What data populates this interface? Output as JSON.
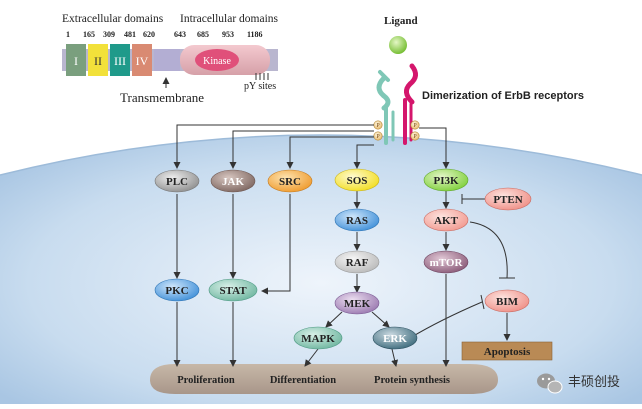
{
  "domain_header": {
    "extracellular_label": "Extracellular domains",
    "intracellular_label": "Intracellular domains",
    "positions": [
      "1",
      "165",
      "309",
      "481",
      "620",
      "643",
      "685",
      "953",
      "1186"
    ],
    "domains": [
      "I",
      "II",
      "III",
      "IV"
    ],
    "kinase_label": "Kinase",
    "transmembrane_label": "Transmembrane",
    "py_sites_label": "pY sites"
  },
  "ligand_label": "Ligand",
  "dimerization_label": "Dimerization of ErbB receptors",
  "phospho_symbol": "P",
  "nodes": {
    "plc": "PLC",
    "jak": "JAK",
    "src": "SRC",
    "sos": "SOS",
    "pi3k": "PI3K",
    "pten": "PTEN",
    "akt": "AKT",
    "ras": "RAS",
    "raf": "RAF",
    "mtor": "mTOR",
    "pkc": "PKC",
    "stat": "STAT",
    "mek": "MEK",
    "bim": "BIM",
    "mapk": "MAPK",
    "erk": "ERK",
    "apoptosis": "Apoptosis"
  },
  "outcomes": {
    "proliferation": "Proliferation",
    "differentiation": "Differentiation",
    "protein_synthesis": "Protein synthesis"
  },
  "watermark_text": "丰硕创投",
  "colors": {
    "domain_I": "#7a9f7e",
    "domain_II": "#f2e13a",
    "domain_III": "#1f9a8a",
    "domain_IV": "#d98a72",
    "kinase": "#e0507a",
    "receptor_a": "#7fc7b6",
    "receptor_b": "#d4166c",
    "ligand": "#8dcf3f",
    "apoptosis_box": "#b98a55"
  }
}
